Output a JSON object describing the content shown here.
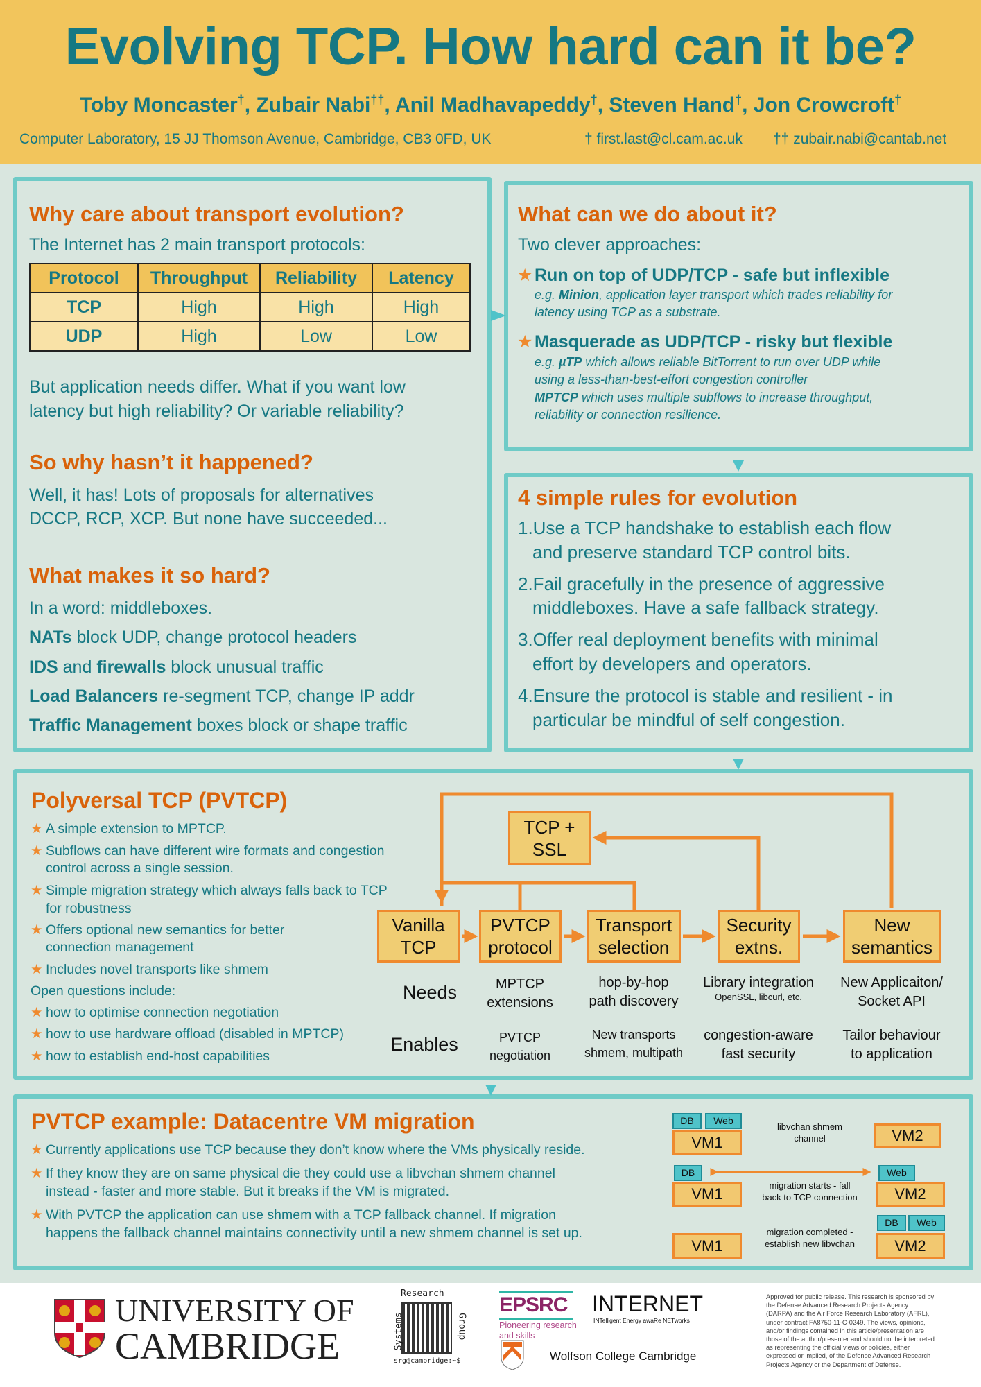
{
  "header": {
    "title": "Evolving TCP. How hard can it be?",
    "authors": [
      {
        "name": "Toby Moncaster",
        "mark": "†"
      },
      {
        "name": "Zubair Nabi",
        "mark": "††"
      },
      {
        "name": "Anil Madhavapeddy",
        "mark": "†"
      },
      {
        "name": "Steven Hand",
        "mark": "†"
      },
      {
        "name": "Jon Crowcroft",
        "mark": "†"
      }
    ],
    "affiliation": "Computer Laboratory, 15 JJ Thomson Avenue, Cambridge, CB3 0FD, UK",
    "email1": "† first.last@cl.cam.ac.uk",
    "email2": "†† zubair.nabi@cantab.net"
  },
  "why_care": {
    "heading": "Why care about transport evolution?",
    "intro": "The Internet has 2 main transport protocols:",
    "table": {
      "headers": [
        "Protocol",
        "Throughput",
        "Reliability",
        "Latency"
      ],
      "rows": [
        [
          "TCP",
          "High",
          "High",
          "High"
        ],
        [
          "UDP",
          "High",
          "Low",
          "Low"
        ]
      ]
    },
    "para": [
      "But application needs differ. What if you want low",
      "latency but high reliability? Or variable reliability?"
    ]
  },
  "why_not": {
    "heading": "So why hasn’t it happened?",
    "lines": [
      "Well, it has! Lots of proposals for alternatives",
      "DCCP, RCP, XCP. But none have succeeded..."
    ]
  },
  "hard": {
    "heading": "What makes it so hard?",
    "intro": "In a word: middleboxes.",
    "items": [
      {
        "bold": "NATs",
        "text": " block UDP, change protocol headers"
      },
      {
        "bold": "IDS",
        "mid": " and ",
        "bold2": "firewalls",
        "text": " block unusual traffic"
      },
      {
        "bold": "Load Balancers",
        "text": " re-segment TCP, change IP addr"
      },
      {
        "bold": "Traffic Management",
        "text": " boxes block or shape traffic"
      }
    ]
  },
  "what_can": {
    "heading": "What can we do about it?",
    "intro": "Two clever approaches:",
    "approach1": {
      "title": "Run on top of UDP/TCP - safe but inflexible",
      "l1_pre": "e.g. ",
      "l1_bold": "Minion",
      "l1_post": ", application layer transport which trades reliability for",
      "l2": "latency using TCP as a substrate."
    },
    "approach2": {
      "title": "Masquerade as UDP/TCP - risky but flexible",
      "l1_pre": "e.g. ",
      "l1_bold": "µTP",
      "l1_post": " which allows reliable BitTorrent to run over UDP while",
      "l2": "using a less-than-best-effort congestion controller",
      "l3_bold": "MPTCP",
      "l3_post": " which uses multiple subflows to increase throughput,",
      "l4": "reliability or connection resilience."
    },
    "star": "★"
  },
  "rules": {
    "heading": "4 simple rules for evolution",
    "items": [
      [
        "1.Use a TCP handshake to establish each flow",
        "and preserve standard TCP control bits."
      ],
      [
        "2.Fail gracefully in the presence of aggressive",
        "middleboxes. Have a safe fallback strategy."
      ],
      [
        "3.Offer real deployment benefits with minimal",
        "effort by developers and operators."
      ],
      [
        "4.Ensure the protocol is stable and resilient - in",
        "particular be mindful of self congestion."
      ]
    ]
  },
  "pvtcp": {
    "heading": "Polyversal TCP (PVTCP)",
    "bullets": [
      [
        "A simple extension to MPTCP."
      ],
      [
        "Subflows can have different wire formats and congestion",
        "control across a single session."
      ],
      [
        "Simple migration strategy which always falls back to TCP",
        "for robustness"
      ],
      [
        "Offers optional new semantics for better",
        "connection management"
      ],
      [
        "Includes novel transports like shmem"
      ]
    ],
    "open_questions": "Open questions include:",
    "questions": [
      "how to optimise connection negotiation",
      "how to use hardware offload (disabled in MPTCP)",
      "how to establish end-host capabilities"
    ],
    "diagram": {
      "top_box": [
        "TCP +",
        "SSL"
      ],
      "boxes": [
        [
          "Vanilla",
          "TCP"
        ],
        [
          "PVTCP",
          "protocol"
        ],
        [
          "Transport",
          "selection"
        ],
        [
          "Security",
          "extns."
        ],
        [
          "New",
          "semantics"
        ]
      ],
      "needs_label": "Needs",
      "enables_label": "Enables",
      "needs": [
        [
          "MPTCP",
          "extensions"
        ],
        [
          "hop-by-hop",
          "path discovery"
        ],
        [
          "Library integration",
          "OpenSSL, libcurl, etc."
        ],
        [
          "New Applicaiton/",
          "Socket API"
        ]
      ],
      "enables": [
        [
          "PVTCP",
          "negotiation"
        ],
        [
          "New transports",
          "shmem, multipath"
        ],
        [
          "congestion-aware",
          "fast security"
        ],
        [
          "Tailor behaviour",
          "to application"
        ]
      ]
    }
  },
  "example": {
    "heading": "PVTCP example: Datacentre VM migration",
    "bullets": [
      [
        "Currently applications use TCP because they don’t know where the VMs physically reside."
      ],
      [
        "If they know they are on same physical die they could use a libvchan shmem channel",
        "instead - faster and more stable. But it breaks if the VM is migrated."
      ],
      [
        "With PVTCP the application can use shmem with a TCP fallback channel. If migration",
        "happens the fallback channel maintains connectivity until a new shmem channel is set up."
      ]
    ],
    "vm": {
      "vm1": "VM1",
      "vm2": "VM2",
      "db": "DB",
      "web": "Web",
      "caption1": [
        "libvchan shmem",
        "channel"
      ],
      "caption2": [
        "migration starts - fall",
        "back to TCP connection"
      ],
      "caption3": [
        "migration completed -",
        "establish new libvchan"
      ]
    }
  },
  "footer": {
    "cambridge": [
      "UNIVERSITY OF",
      "CAMBRIDGE"
    ],
    "srg_top": "Research",
    "srg_left": "Systems",
    "srg_right": "Group",
    "srg_prompt": "srg@cambridge:~$",
    "epsrc": "EPSRC",
    "epsrc_tag": [
      "Pioneering research",
      "and skills"
    ],
    "internet": "INTERNET",
    "internet_tag": "INTelligent Energy awaRe NETworks",
    "wolfson": "Wolfson College Cambridge",
    "disclaimer": [
      "Approved for public release. This research is sponsored by",
      "the Defense Advanced Research Projects Agency",
      "(DARPA) and the Air Force Research Laboratory (AFRL),",
      "under contract FA8750-11-C-0249. The views, opinions,",
      "and/or findings contained in this article/presentation are",
      "those of the author/presenter and should not be interpreted",
      "as representing the official views or policies, either",
      "expressed or implied, of the Defense Advanced Research",
      "Projects Agency or the Department of Defense."
    ]
  },
  "colors": {
    "header_bg": "#f2c55c",
    "teal_text": "#167883",
    "orange_heading": "#d9620a",
    "border": "#6fcbc7",
    "background": "#d9e6df",
    "diagram_orange": "#ef8a2e"
  }
}
